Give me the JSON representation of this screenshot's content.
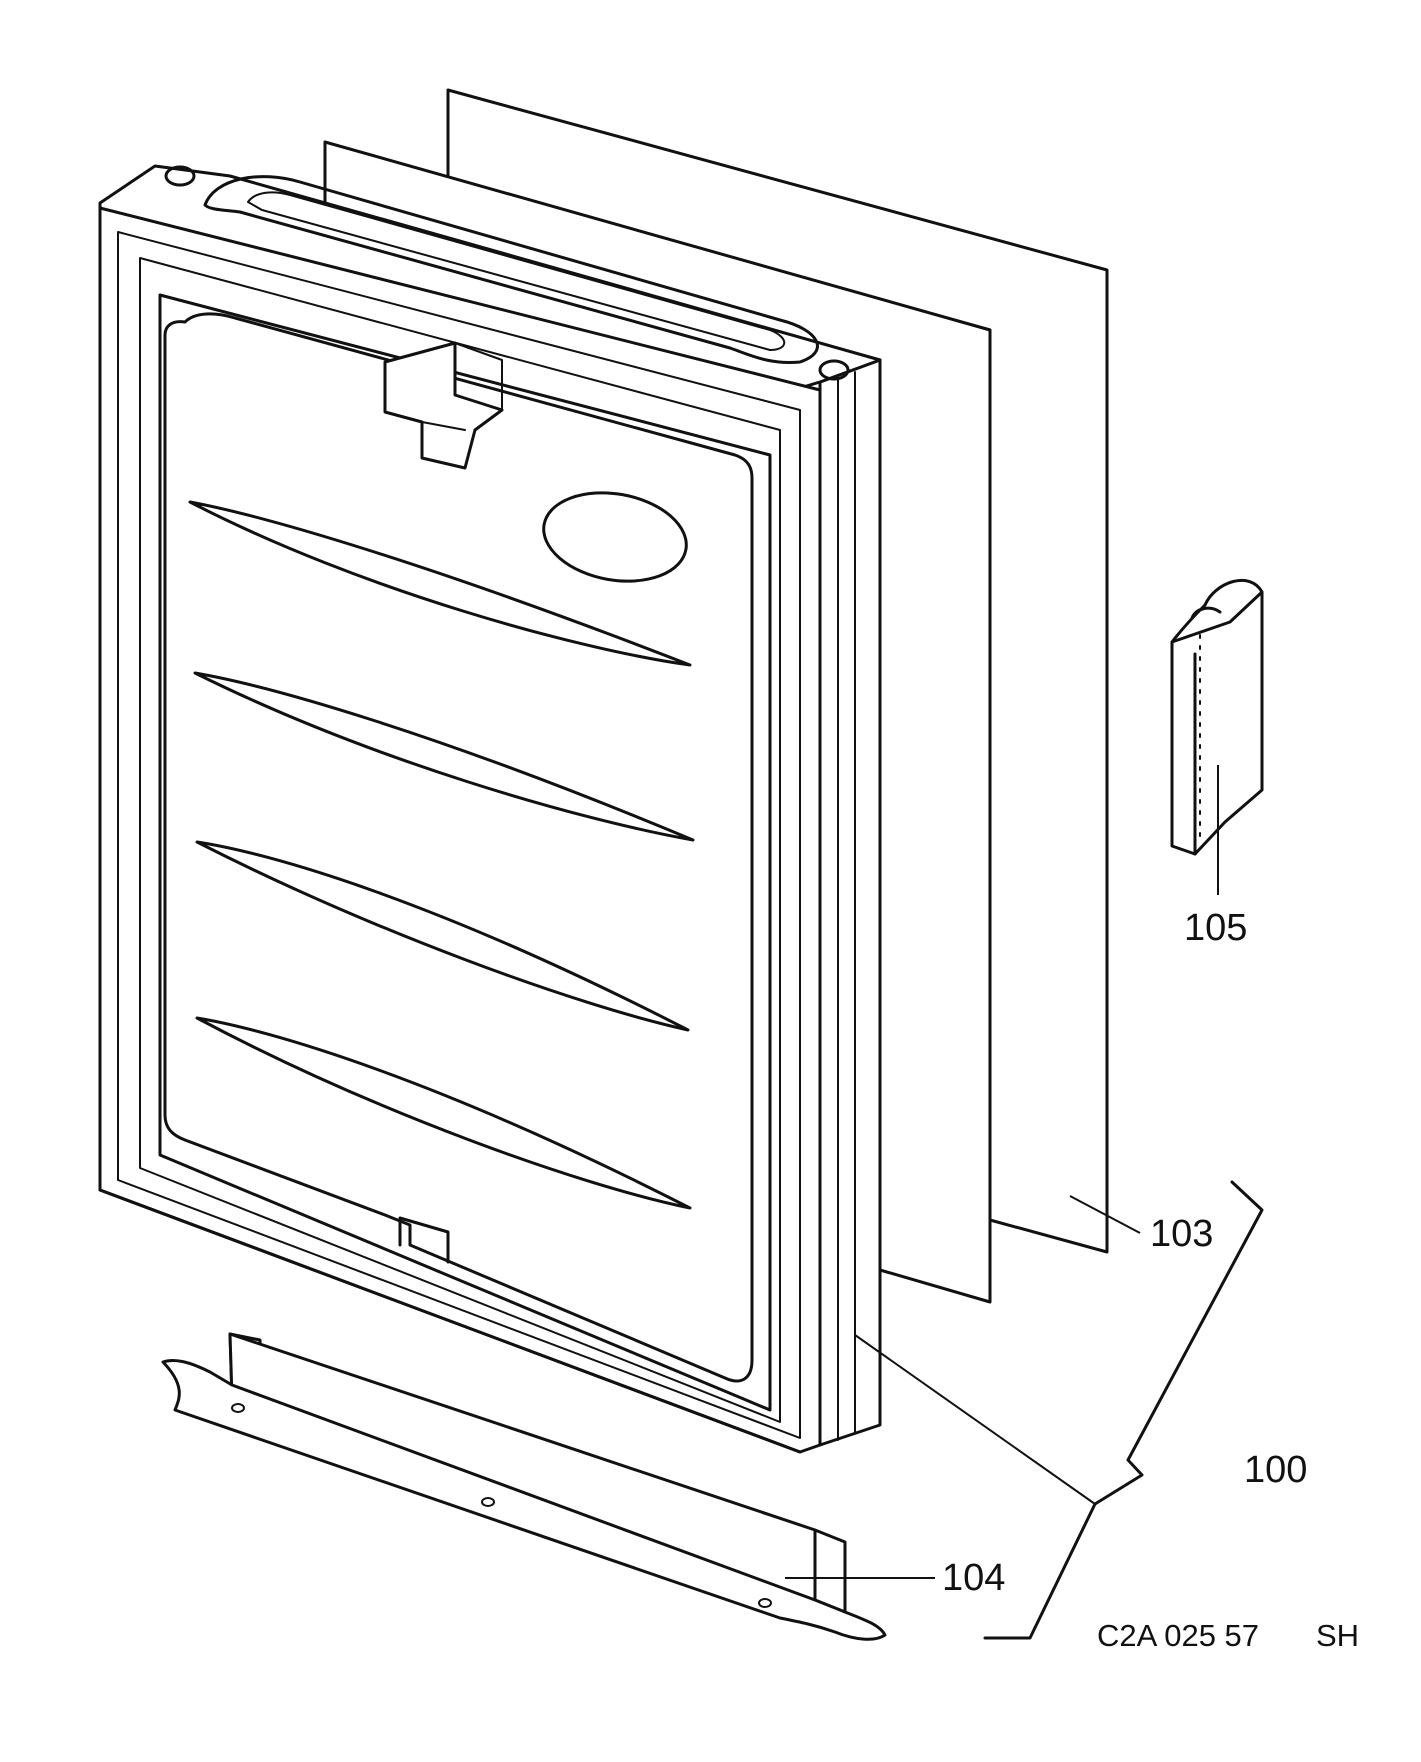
{
  "callouts": {
    "p100": "100",
    "p103": "103",
    "p104": "104",
    "p105": "105"
  },
  "drawing_code": "C2A 025 57",
  "drawing_suffix": "SH",
  "colors": {
    "line": "#111111",
    "background": "#ffffff"
  }
}
